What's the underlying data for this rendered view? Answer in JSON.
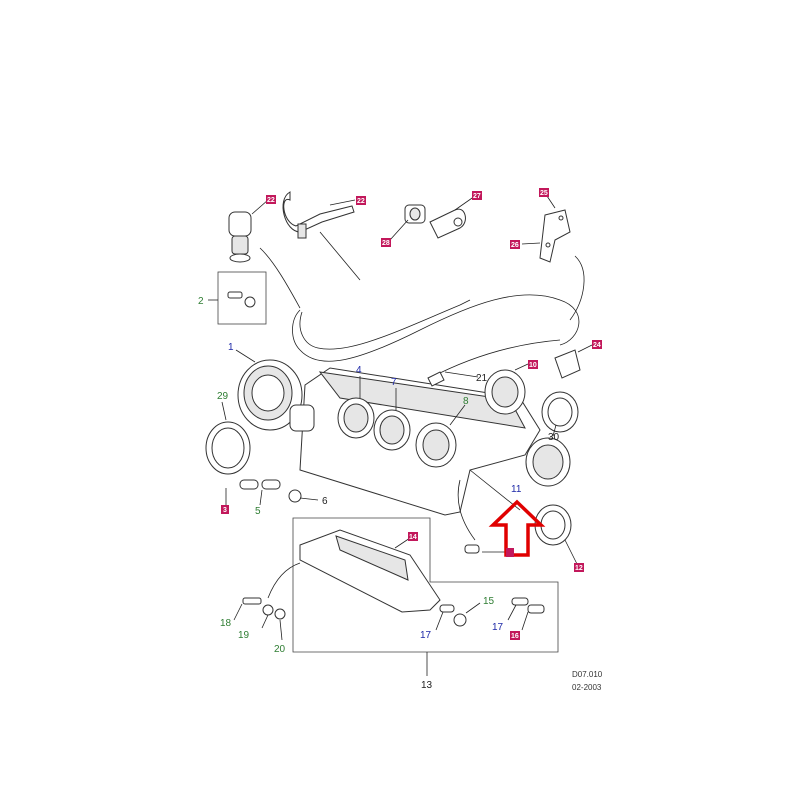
{
  "callouts": {
    "c1": "1",
    "c2": "2",
    "c3": "3",
    "c4": "4",
    "c5": "5",
    "c6": "6",
    "c7": "7",
    "c8": "8",
    "c11": "11",
    "c12": "12",
    "c13": "13",
    "c15": "15",
    "c17a": "17",
    "c17b": "17",
    "c18": "18",
    "c19": "19",
    "c20": "20",
    "c21": "21",
    "c29": "29",
    "c30": "30"
  },
  "tags": {
    "t_top_left": "22",
    "t_top_mid": "22",
    "t_top_c1": "27",
    "t_top_c2": "28",
    "t_top_r1": "25",
    "t_top_r2": "26",
    "t_gauge": "10",
    "t_clip": "24",
    "t_panel": "14",
    "t_bottom": "16"
  },
  "footer": {
    "code": "D07.010",
    "date": "02-2003"
  },
  "colors": {
    "arrow": "#e00000",
    "tag": "#c2185b",
    "blue_num": "#1f2aa8",
    "green_num": "#2e7d32"
  }
}
